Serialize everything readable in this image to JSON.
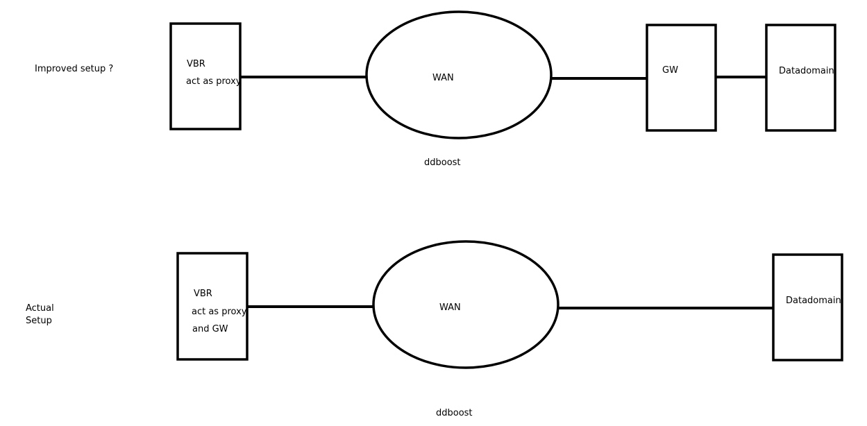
{
  "improved": {
    "title": "Improved setup ?",
    "vbr_line1": "VBR",
    "vbr_line2": "act as proxy",
    "wan": "WAN",
    "protocol": "ddboost",
    "gw": "GW",
    "datadomain": "Datadomain"
  },
  "actual": {
    "title_line1": "Actual",
    "title_line2": "Setup",
    "vbr_line1": "VBR",
    "vbr_line2": "act as proxy",
    "vbr_line3": "and GW",
    "wan": "WAN",
    "protocol": "ddboost",
    "datadomain": "Datadomain"
  },
  "colors": {
    "stroke": "#000000",
    "background": "#ffffff"
  }
}
